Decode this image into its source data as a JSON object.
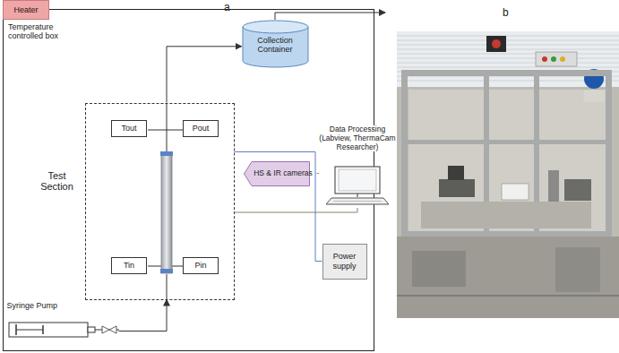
{
  "diagram": {
    "nodes": [
      {
        "text": [
          "Heater"
        ]
      },
      {
        "text": [
          "Temperature controlled box"
        ]
      },
      {
        "text": [
          "Collection Container"
        ],
        "in": 1
      },
      {
        "text": [
          "Test Section"
        ],
        "in": 1
      },
      {
        "text": [
          "Tout"
        ],
        "in": 3
      },
      {
        "text": [
          "Pout"
        ],
        "in": 3
      },
      {
        "text": [
          "Tin"
        ],
        "in": 3
      },
      {
        "text": [
          "Pin"
        ],
        "in": 3
      },
      {
        "text": [
          "HS & IR cameras"
        ],
        "in": 1
      },
      {
        "text": [
          "Data Processing (Labview, ThermaCam Researcher)"
        ]
      },
      {
        "text": [
          "Syringe Pump"
        ],
        "in": 1
      },
      {
        "text": [
          "Power supply"
        ],
        "in": 1
      }
    ],
    "edges": [
      {
        "from": 10,
        "to": 3,
        "arrow": "to"
      },
      {
        "from": 3,
        "to": 2,
        "arrow": "to"
      },
      {
        "from": 8,
        "to": 9,
        "arrow": "none"
      },
      {
        "from": 3,
        "to": 9,
        "arrow": "none"
      },
      {
        "from": 3,
        "to": 11,
        "arrow": "none"
      }
    ],
    "labels": [
      "a",
      "b"
    ]
  }
}
